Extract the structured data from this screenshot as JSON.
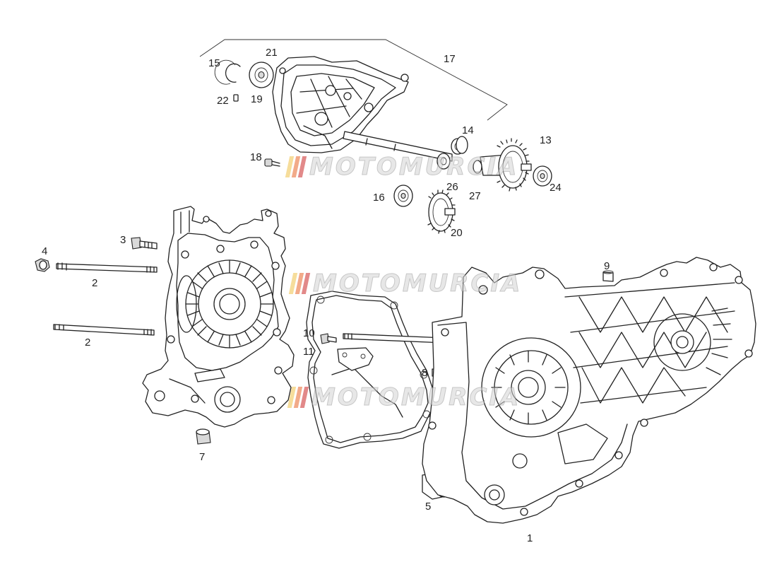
{
  "watermark": {
    "text": "MOTOMURCIA",
    "bar_colors": [
      "#f0c24a",
      "#e8652a",
      "#cc2a2a"
    ],
    "text_color": "#d5d5d5"
  },
  "callouts": {
    "c1": "1",
    "c2a": "2",
    "c2b": "2",
    "c3": "3",
    "c4": "4",
    "c5": "5",
    "c7": "7",
    "c8": "8",
    "c9": "9",
    "c10": "10",
    "c11": "11",
    "c13": "13",
    "c14": "14",
    "c15": "15",
    "c16": "16",
    "c17": "17",
    "c18": "18",
    "c19": "19",
    "c20": "20",
    "c21": "21",
    "c22": "22",
    "c24": "24",
    "c26": "26",
    "c27": "27"
  }
}
